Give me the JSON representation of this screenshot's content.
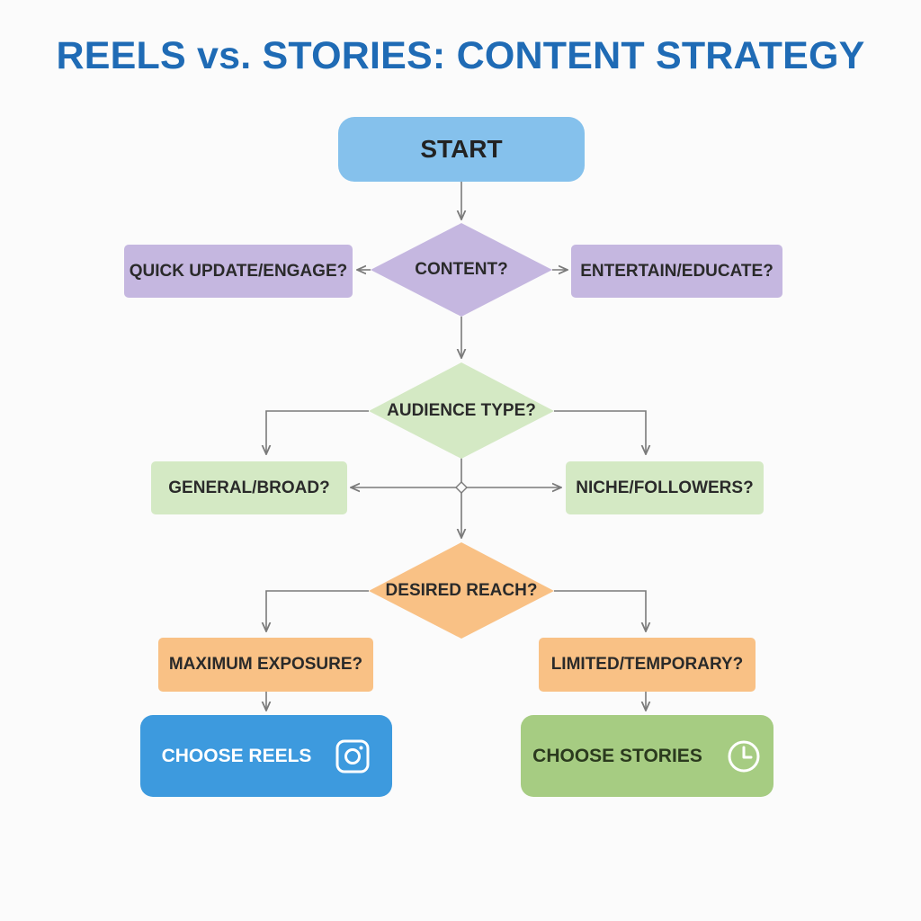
{
  "title": "REELS vs. STORIES: CONTENT STRATEGY",
  "nodes": {
    "start": "START",
    "content": "CONTENT?",
    "quick_update": "QUICK UPDATE/ENGAGE?",
    "entertain": "ENTERTAIN/EDUCATE?",
    "audience": "AUDIENCE TYPE?",
    "general": "GENERAL/BROAD?",
    "niche": "NICHE/FOLLOWERS?",
    "reach": "DESIRED REACH?",
    "max_exposure": "MAXIMUM EXPOSURE?",
    "limited": "LIMITED/TEMPORARY?",
    "reels": "CHOOSE REELS",
    "stories": "CHOOSE STORIES"
  },
  "icons": {
    "reels": "instagram-camera-icon",
    "stories": "clock-icon"
  },
  "colors": {
    "title": "#1f6bb5",
    "start": "#85c1ec",
    "purple": "#c5b7e0",
    "green": "#d4e9c4",
    "orange": "#f9c185",
    "reels": "#3d9ade",
    "stories": "#a6cc82",
    "connector": "#7a7a7a"
  }
}
